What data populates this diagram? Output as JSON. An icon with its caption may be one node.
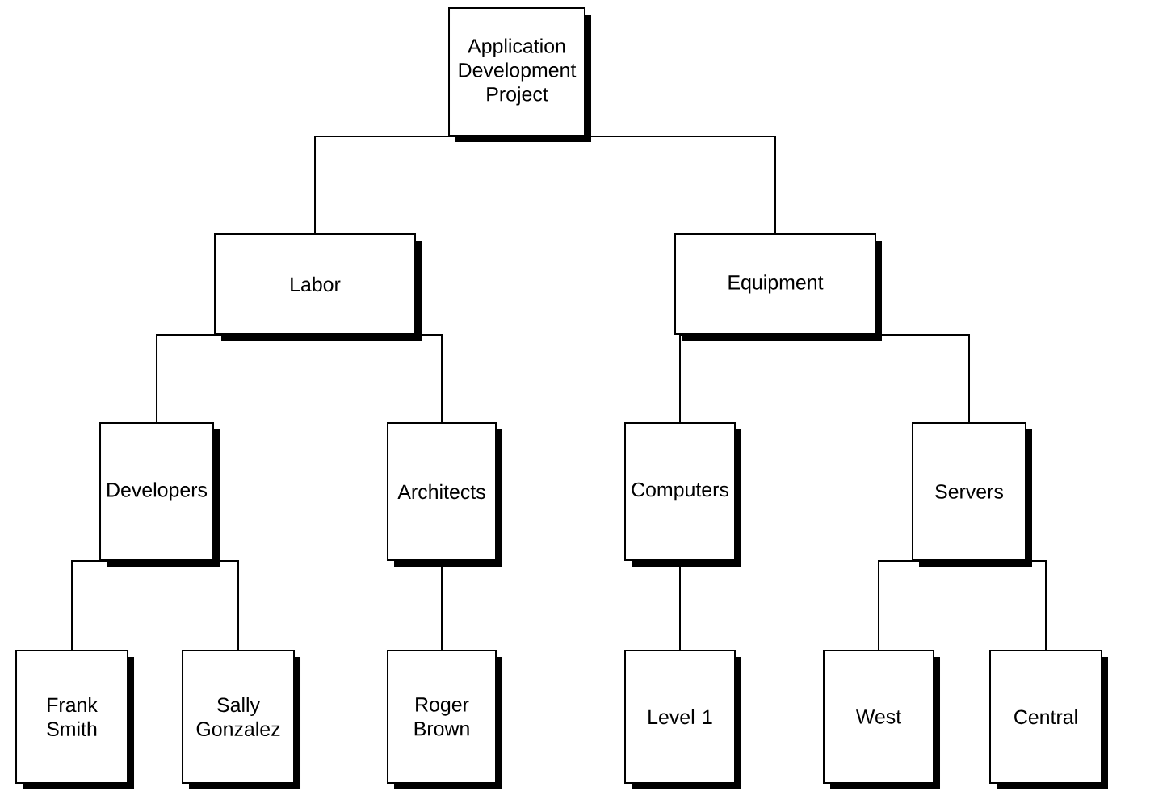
{
  "diagram": {
    "nodes": [
      {
        "text": [
          "Application Development Project"
        ]
      },
      {
        "text": [
          "Labor"
        ]
      },
      {
        "text": [
          "Equipment"
        ]
      },
      {
        "text": [
          "Developers"
        ]
      },
      {
        "text": [
          "Architects"
        ]
      },
      {
        "text": [
          "Computers"
        ]
      },
      {
        "text": [
          "Servers"
        ]
      },
      {
        "text": [
          "Frank Smith"
        ]
      },
      {
        "text": [
          "Sally Gonzalez"
        ]
      },
      {
        "text": [
          "Roger Brown"
        ]
      },
      {
        "text": [
          "Level 1"
        ]
      },
      {
        "text": [
          "West"
        ]
      },
      {
        "text": [
          "Central"
        ]
      }
    ],
    "edges": [
      {
        "from": 0,
        "to": 1,
        "arrow": "none"
      },
      {
        "from": 0,
        "to": 2,
        "arrow": "none"
      },
      {
        "from": 1,
        "to": 3,
        "arrow": "none"
      },
      {
        "from": 1,
        "to": 4,
        "arrow": "none"
      },
      {
        "from": 2,
        "to": 5,
        "arrow": "none"
      },
      {
        "from": 2,
        "to": 6,
        "arrow": "none"
      },
      {
        "from": 3,
        "to": 7,
        "arrow": "none"
      },
      {
        "from": 3,
        "to": 8,
        "arrow": "none"
      },
      {
        "from": 4,
        "to": 9,
        "arrow": "none"
      },
      {
        "from": 5,
        "to": 10,
        "arrow": "none"
      },
      {
        "from": 6,
        "to": 11,
        "arrow": "none"
      },
      {
        "from": 6,
        "to": 12,
        "arrow": "none"
      }
    ]
  }
}
